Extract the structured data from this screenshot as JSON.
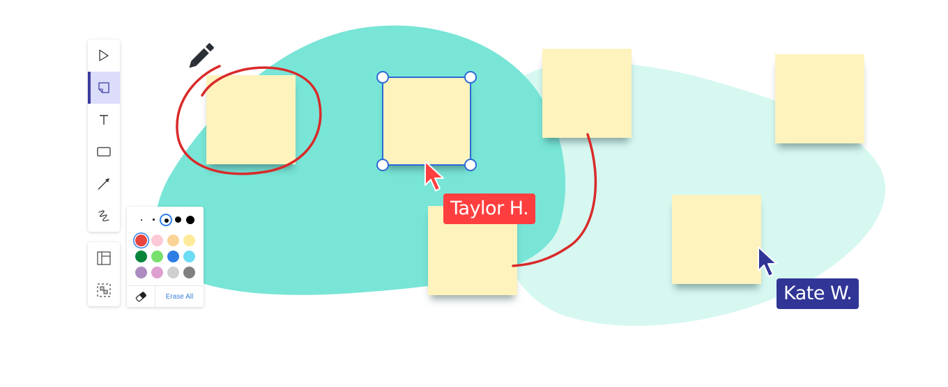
{
  "toolbar": {
    "tools": [
      {
        "name": "select",
        "icon": "cursor-arrow-icon",
        "active": false
      },
      {
        "name": "sticky-note",
        "icon": "sticky-note-icon",
        "active": true
      },
      {
        "name": "text",
        "icon": "text-icon",
        "label": "T",
        "active": false
      },
      {
        "name": "rectangle",
        "icon": "rectangle-icon",
        "active": false
      },
      {
        "name": "arrow",
        "icon": "arrow-icon",
        "active": false
      },
      {
        "name": "pen",
        "icon": "pen-scribble-icon",
        "active": false
      }
    ],
    "secondary_tools": [
      {
        "name": "template",
        "icon": "template-layout-icon"
      },
      {
        "name": "group",
        "icon": "group-select-icon"
      }
    ]
  },
  "pen_palette": {
    "sizes": [
      1,
      2,
      3,
      4,
      5
    ],
    "selected_size": 3,
    "colors": [
      "#e84440",
      "#fcc9d6",
      "#f9d396",
      "#fdeb9b",
      "#05843a",
      "#76e06c",
      "#2e7ee6",
      "#6ddcf5",
      "#ac8cc0",
      "#dda0d0",
      "#cfcfcf",
      "#808080"
    ],
    "selected_color": "#e84440",
    "eraser_icon": "eraser-icon",
    "erase_all_label": "Erase All"
  },
  "canvas": {
    "background_blob_dark": "#78e5d7",
    "background_blob_light": "#d6f8f1",
    "sticky_color": "#fff3bd",
    "annotation_color": "#d92a2a",
    "selection_color": "#2a6ad6"
  },
  "collaborators": [
    {
      "name": "Taylor H.",
      "color": "#ff3f3f"
    },
    {
      "name": "Kate W.",
      "color": "#303596"
    }
  ]
}
